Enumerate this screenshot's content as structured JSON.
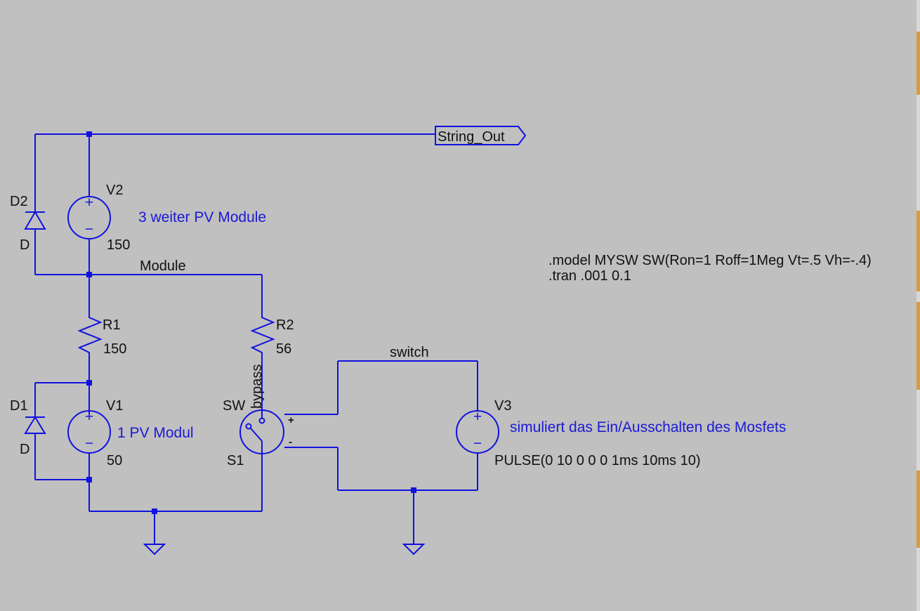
{
  "schematic": {
    "net_labels": {
      "string_out": "String_Out",
      "module": "Module",
      "switch": "switch",
      "bypass": "bypass"
    },
    "v2": {
      "ref": "V2",
      "value": "150",
      "comment": "3 weiter PV Module"
    },
    "v1": {
      "ref": "V1",
      "value": "50",
      "comment": "1 PV Modul"
    },
    "v3": {
      "ref": "V3",
      "value": "PULSE(0 10 0 0 0 1ms 10ms 10)",
      "comment": "simuliert das Ein/Ausschalten des Mosfets"
    },
    "d2": {
      "ref": "D2",
      "model": "D"
    },
    "d1": {
      "ref": "D1",
      "model": "D"
    },
    "r1": {
      "ref": "R1",
      "value": "150"
    },
    "r2": {
      "ref": "R2",
      "value": "56"
    },
    "s1": {
      "ref": "S1",
      "model": "SW",
      "plus": "+",
      "minus": "-"
    },
    "source_plus": "+",
    "source_minus": "−",
    "directives": {
      "model": ".model MYSW SW(Ron=1 Roff=1Meg Vt=.5 Vh=-.4)",
      "tran": ".tran .001 0.1"
    }
  },
  "colors": {
    "background": "#c0c0c0",
    "wire": "#1111e0",
    "component_text": "#1a1ad6",
    "label_text": "#111111"
  }
}
